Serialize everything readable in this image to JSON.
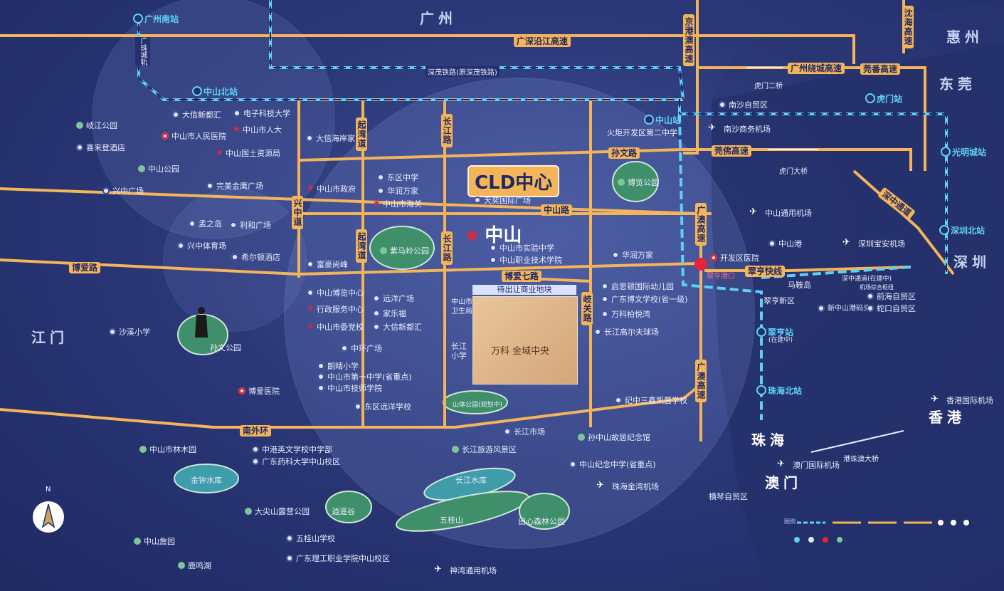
{
  "cities": {
    "guangzhou": "广州",
    "huizhou": "惠州",
    "dongguan": "东莞",
    "shenzhen": "深圳",
    "jiangmen": "江门",
    "zhuhai": "珠海",
    "macau": "澳门",
    "hongkong": "香港"
  },
  "center": {
    "badge": "CLD中心",
    "city_label": "中山"
  },
  "plot": {
    "title": "待出让商业地块",
    "name": "万科 金域中央"
  },
  "port": {
    "label": "翠亨港口"
  },
  "roads": {
    "guangshen": "广深沿江高速",
    "nansha_ring": "广州绕城高速",
    "guanfan": "莞番高速",
    "guanfo": "莞佛高速",
    "jinggangao": "京港澳高速",
    "shenhai": "沈海高速",
    "guangao": "广澳高速",
    "guangao2": "广澳高速",
    "sunwen": "孙文路",
    "zhongshan": "中山路",
    "boai": "博爱路",
    "boai7": "博爱七路",
    "cuiheng": "翠亨快线",
    "nanwaihuan": "南外环",
    "qiwan1": "起湾道",
    "qiwan2": "起湾道",
    "changjiang1": "长江路",
    "changjiang2": "长江路",
    "xingzhong": "兴中道",
    "qiguan": "岐关路",
    "shenzhong": "深中通道"
  },
  "rail": {
    "shenmao": "深茂铁路(原深茂铁路)",
    "guangzhu_intercity": "广珠城轨"
  },
  "stations": {
    "gz_south": "广州南站",
    "zs_north": "中山北站",
    "zs_station": "中山站",
    "humen": "虎门站",
    "guangming": "光明城站",
    "sz_north": "深圳北站",
    "cuiheng": "翠亨站",
    "cuiheng_sub": "(在建中)",
    "zh_north": "珠海北站"
  },
  "bridges": {
    "humen2": "虎门二桥",
    "humen": "虎门大桥",
    "hzm": "港珠澳大桥"
  },
  "pois": [
    "大信新都汇",
    "电子科技大学",
    "中山市人大",
    "中山市人民医院",
    "中山国土资源局",
    "岐江公园",
    "喜来登酒店",
    "中山公园",
    "兴中广场",
    "完美金鹰广场",
    "大信海岸家",
    "东区中学",
    "华润万家",
    "中山市政府",
    "中山市海关",
    "天奕国际广场",
    "火炬开发区第二中学",
    "博览公园",
    "紫马岭公园",
    "中山市实验中学",
    "中山职业技术学院",
    "华润万家",
    "孟之岛",
    "利和广场",
    "兴中体育场",
    "希尔顿酒店",
    "富豪尚峰",
    "中山博览中心",
    "远洋广场",
    "行政服务中心",
    "家乐福",
    "中山市委党校",
    "大信新都汇",
    "中山市卫生局",
    "长江小学",
    "启思顿国际幼儿园",
    "广东博文学校(省一级)",
    "万科柏悦湾",
    "长江高尔夫球场",
    "沙溪小学",
    "孙文公园",
    "中环广场",
    "朗晴小学",
    "中山市第一中学(省重点)",
    "中山市技师学院",
    "东区远洋学校",
    "博爱医院",
    "山体公园(规划中)",
    "纪中三鑫凯茵学校",
    "长江市场",
    "孙中山故居纪念馆",
    "中山市林木园",
    "中港英文学校中学部",
    "广东药科大学中山校区",
    "长江旅游风景区",
    "中山纪念中学(省重点)",
    "金钟水库",
    "长江水库",
    "珠海金湾机场",
    "大尖山露营公园",
    "逍遥谷",
    "五桂山",
    "田心森林公园",
    "五桂山学校",
    "中山詹园",
    "广东理工职业学院中山校区",
    "鹿鸣湖",
    "神湾通用机场",
    "南沙自贸区",
    "南沙商务机场",
    "中山通用机场",
    "中山港",
    "深圳宝安机场",
    "开发区医院",
    "马鞍岛",
    "翠亨新区",
    "新中山港码头",
    "深中通道(在建中)",
    "机场综合枢纽",
    "前海自贸区",
    "蛇口自贸区",
    "澳门国际机场",
    "横琴自贸区",
    "香港国际机场"
  ],
  "legend": {
    "title": "图例"
  },
  "colors": {
    "background": "#2b3878",
    "road": "#f4b45a",
    "rail": "#5fd0f5",
    "accent": "#e3243b"
  }
}
